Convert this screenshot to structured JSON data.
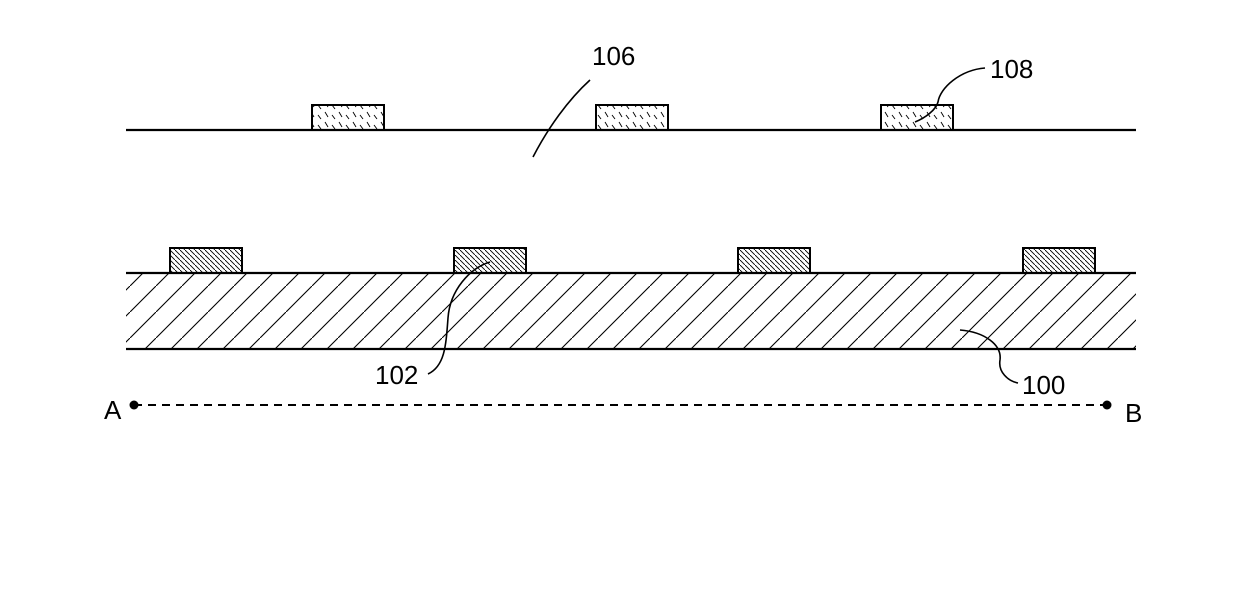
{
  "labels": {
    "ref_106": "106",
    "ref_108": "108",
    "ref_102": "102",
    "ref_100": "100",
    "point_a": "A",
    "point_b": "B"
  },
  "colors": {
    "ink": "#000000",
    "background": "#ffffff"
  },
  "counts": {
    "upper_pads_108": 3,
    "lower_pads_102": 4
  }
}
